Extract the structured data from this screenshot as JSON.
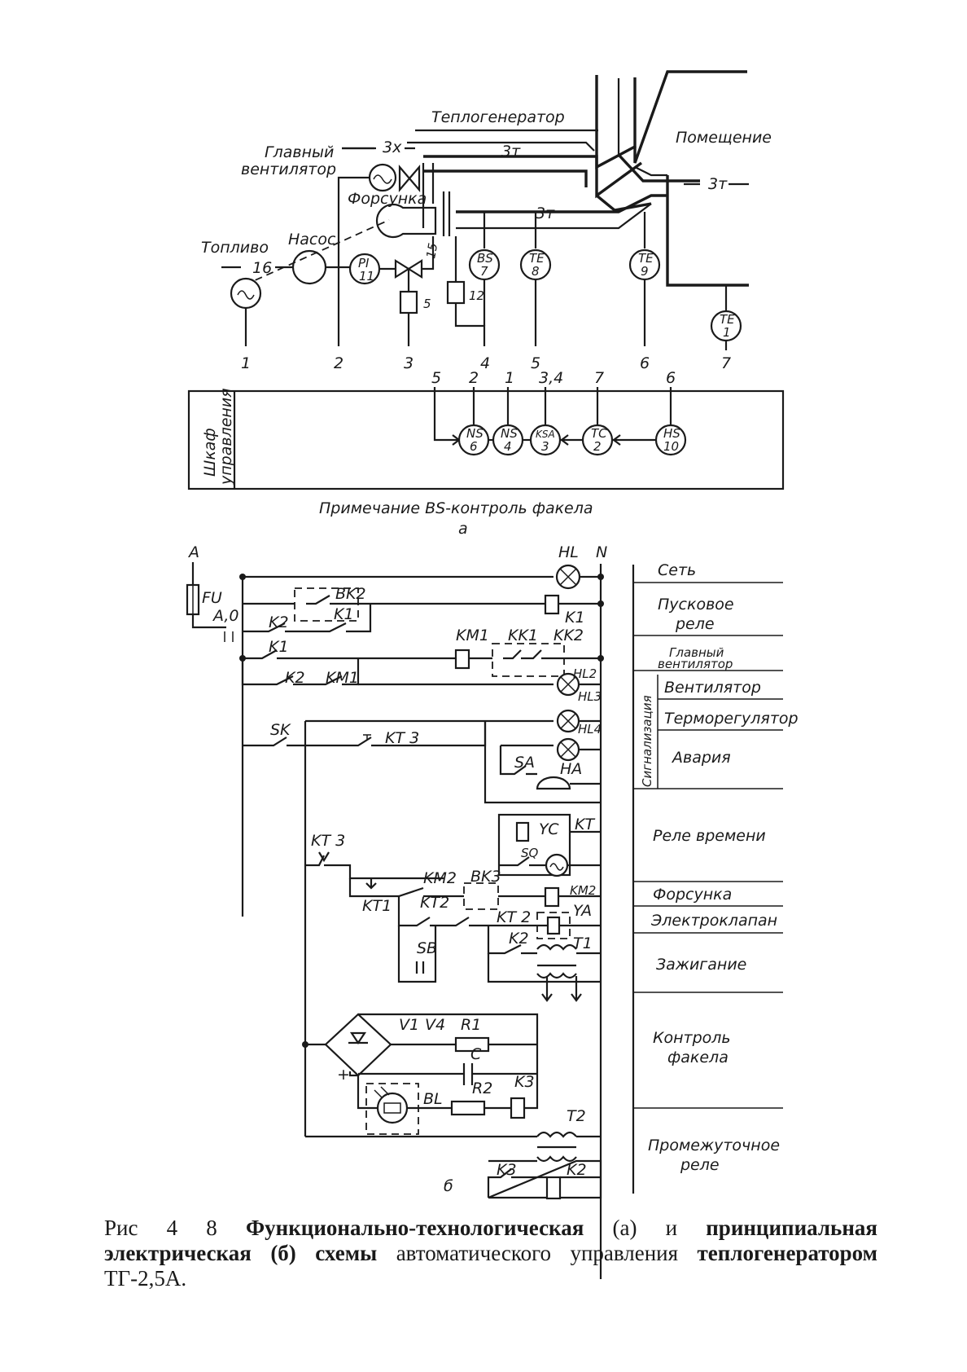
{
  "diagram_a": {
    "heat_generator": "Теплогенератор",
    "room": "Помещение",
    "main_fan_line1": "Главный",
    "main_fan_line2": "вентилятор",
    "nozzle": "Форсунка",
    "fuel": "Топливо",
    "pump": "Насос",
    "cabinet_line1": "Шкаф",
    "cabinet_line2": "управления",
    "note": "Примечание  BS-контроль факела",
    "label": "а",
    "pipe_3x": "3х",
    "pipe_3t": "3т",
    "pipe_16": "16",
    "pipe_15": "15",
    "inst_pi_top": "PI",
    "inst_pi_bot": "11",
    "inst_bs_top": "BS",
    "inst_bs_bot": "7",
    "inst_te8_top": "TE",
    "inst_te8_bot": "8",
    "inst_te9_top": "TE",
    "inst_te9_bot": "9",
    "inst_te1_top": "TE",
    "inst_te1_bot": "1",
    "act_5": "5",
    "act_12": "12",
    "wire_1": "1",
    "wire_2": "2",
    "wire_3": "3",
    "wire_4": "4",
    "wire_5": "5",
    "wire_6": "6",
    "wire_7": "7",
    "in_5": "5",
    "in_2": "2",
    "in_1": "1",
    "in_34": "3,4",
    "in_7": "7",
    "in_6": "6",
    "cab_ns6_top": "NS",
    "cab_ns6_bot": "6",
    "cab_ns4_top": "NS",
    "cab_ns4_bot": "4",
    "cab_ksa_top": "KSA",
    "cab_ksa_bot": "3",
    "cab_tc_top": "TC",
    "cab_tc_bot": "2",
    "cab_hs_top": "HS",
    "cab_hs_bot": "10"
  },
  "diagram_b": {
    "label": "б",
    "elements": {
      "A": "A",
      "N": "N",
      "FU": "FU",
      "A0": "A,0",
      "HL": "HL",
      "BK2": "BK2",
      "K1": "K1",
      "K2": "K2",
      "KM1": "KM1",
      "KK1": "KK1",
      "KK2": "KK2",
      "HL2": "HL2",
      "HL3": "HL3",
      "HL4": "HL4",
      "SK": "SK",
      "KT3": "KT 3",
      "SA": "SA",
      "HA": "HA",
      "YC": "YC",
      "KT": "KT",
      "SQ": "SQ",
      "KT3b": "KT 3",
      "KM2": "KM2",
      "BK3": "BK3",
      "KT1": "KT1",
      "KT2": "KT2",
      "KT2b": "KT 2",
      "YA": "YA",
      "K2b": "K2",
      "T1": "T1",
      "SB": "SB",
      "V1": "V1",
      "V4": "V4",
      "R1": "R1",
      "C": "C",
      "BL": "BL",
      "R2": "R2",
      "K3": "K3",
      "T2": "T2",
      "K3b": "K3",
      "K2c": "K2",
      "K1b": "K1",
      "K2d": "K2",
      "KM1b": "KM1",
      "KM2b": "KM2",
      "plus": "+"
    },
    "legend": {
      "network": "Сеть",
      "start_relay_1": "Пусковое",
      "start_relay_2": "реле",
      "main_fan_1": "Главный",
      "main_fan_2": "вентилятор",
      "signalling": "Сигнализация",
      "fan": "Вентилятор",
      "thermoregulator": "Терморегулятор",
      "alarm": "Авария",
      "time_relay": "Реле времени",
      "nozzle": "Форсунка",
      "electrovalve": "Электроклапан",
      "ignition": "Зажигание",
      "flame_control_1": "Контроль",
      "flame_control_2": "факела",
      "intermediate_relay_1": "Промежуточное",
      "intermediate_relay_2": "реле"
    }
  },
  "caption": {
    "prefix": "Рис  4 8",
    "bold1": "Функционально-технологическая",
    "a": "(а)",
    "mid": "и",
    "bold2": "принципиальная электрическая",
    "b": "(б)",
    "bold3": "схемы",
    "rest1": "автоматического управления",
    "bold4": "теплогенератором",
    "rest2": "ТГ-2,5А."
  }
}
